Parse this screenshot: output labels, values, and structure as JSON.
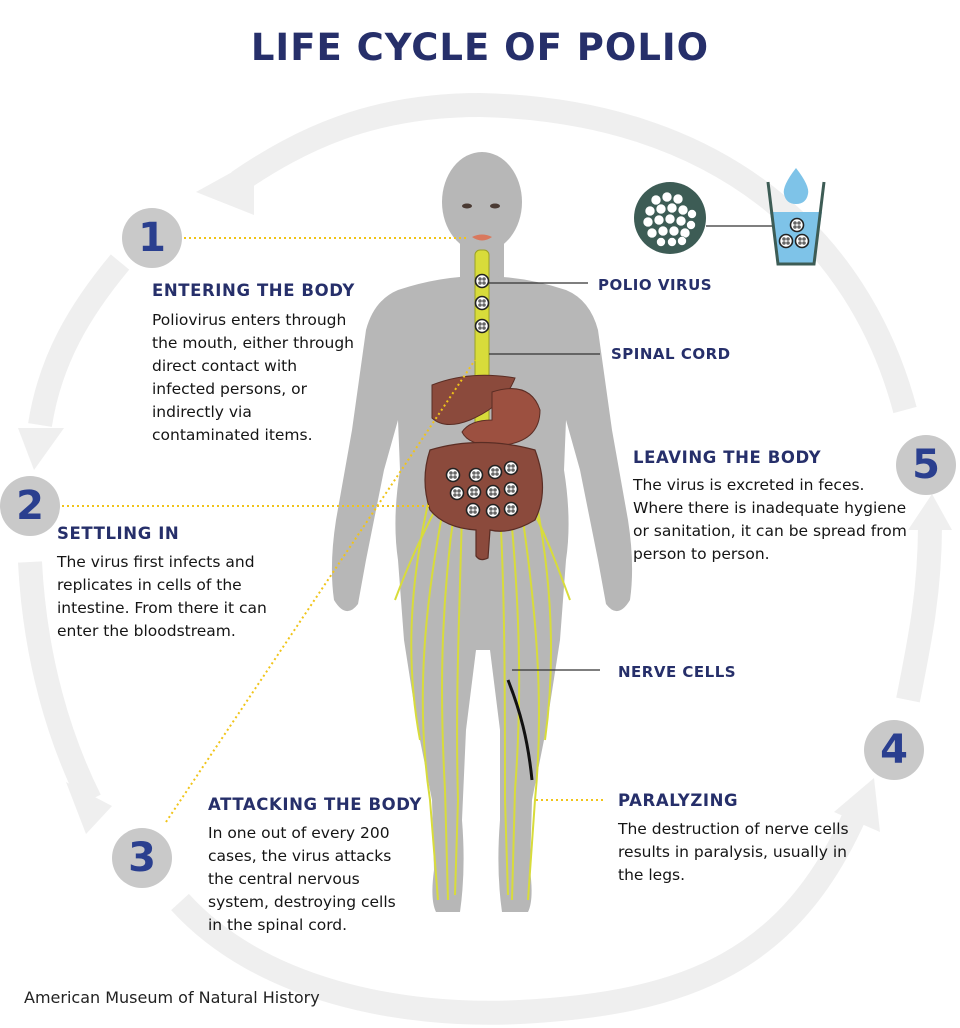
{
  "title": "LIFE CYCLE OF POLIO",
  "steps": [
    {
      "number": "1",
      "heading": "ENTERING THE BODY",
      "body": "Poliovirus enters through the mouth, either through direct contact with infected persons, or indirectly via contaminated items."
    },
    {
      "number": "2",
      "heading": "SETTLING IN",
      "body": "The virus first infects and replicates in cells of the intestine. From there it can enter the bloodstream."
    },
    {
      "number": "3",
      "heading": "ATTACKING THE BODY",
      "body": "In one out of every 200 cases, the virus attacks the central nervous system, destroying cells in the spinal cord."
    },
    {
      "number": "4",
      "heading": "PARALYZING",
      "body": "The destruction of nerve cells results in paralysis, usually in the legs."
    },
    {
      "number": "5",
      "heading": "LEAVING THE BODY",
      "body": "The virus is excreted in feces. Where there is inadequate hygiene or sanitation, it can be spread from person to person."
    }
  ],
  "labels": {
    "polio_virus": "POLIO VIRUS",
    "spinal_cord": "SPINAL CORD",
    "nerve_cells": "NERVE CELLS"
  },
  "credit": "American Museum of Natural History",
  "colors": {
    "title": "#262f6a",
    "step_circle": "#c9c9c9",
    "step_number": "#2a3f8f",
    "cycle_arrow": "#efefef",
    "body_silhouette": "#b7b7b7",
    "nerves": "#d8dc3a",
    "organs": "#8b4a3c",
    "dotted_leader": "#f0c419",
    "virus": "#3d5c55",
    "water": "#7ec3e8"
  }
}
